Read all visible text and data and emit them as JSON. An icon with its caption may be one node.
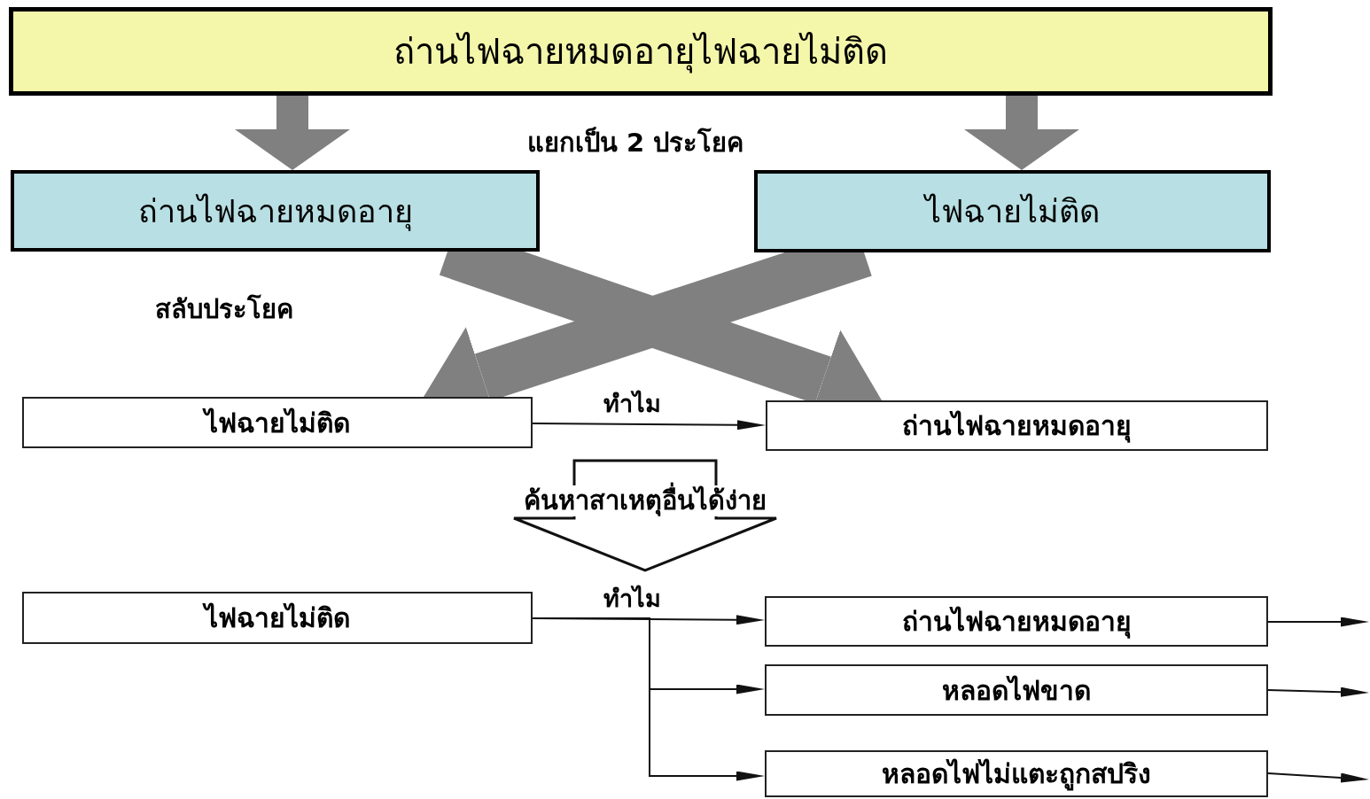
{
  "diagram": {
    "nodes": [
      {
        "text": [
          "ถ่านไฟฉายหมดอายุไฟฉายไม่ติด"
        ]
      },
      {
        "text": [
          "ถ่านไฟฉายหมดอายุ"
        ]
      },
      {
        "text": [
          "ไฟฉายไม่ติด"
        ]
      },
      {
        "text": [
          "ไฟฉายไม่ติด"
        ]
      },
      {
        "text": [
          "ถ่านไฟฉายหมดอายุ"
        ]
      },
      {
        "text": [
          "ค้นหาสาเหตุอื่นได้ง่าย"
        ]
      },
      {
        "text": [
          "ไฟฉายไม่ติด"
        ]
      },
      {
        "text": [
          "ถ่านไฟฉายหมดอายุ"
        ]
      },
      {
        "text": [
          "หลอดไฟขาด"
        ]
      },
      {
        "text": [
          "หลอดไฟไม่แตะถูกสปริง"
        ]
      }
    ],
    "edges": [
      {
        "from": 0,
        "to": 1,
        "arrow": "to",
        "style": "thick",
        "color": "#808080"
      },
      {
        "from": 0,
        "to": 2,
        "arrow": "to",
        "style": "thick",
        "color": "#808080"
      },
      {
        "from": 1,
        "to": 4,
        "arrow": "to",
        "style": "thick",
        "color": "#808080"
      },
      {
        "from": 2,
        "to": 3,
        "arrow": "to",
        "style": "thick",
        "color": "#808080"
      },
      {
        "from": 3,
        "to": 4,
        "arrow": "to",
        "label": "ทำไม"
      },
      {
        "from": 6,
        "to": 7,
        "arrow": "to",
        "label": "ทำไม"
      },
      {
        "from": 6,
        "to": 8,
        "arrow": "to"
      },
      {
        "from": 6,
        "to": 9,
        "arrow": "to"
      },
      {
        "from": 7,
        "to": null,
        "arrow": "to"
      },
      {
        "from": 8,
        "to": null,
        "arrow": "to"
      },
      {
        "from": 9,
        "to": null,
        "arrow": "to"
      }
    ],
    "labels": [
      "แยกเป็น 2 ประโยค",
      "สลับประโยค"
    ]
  }
}
